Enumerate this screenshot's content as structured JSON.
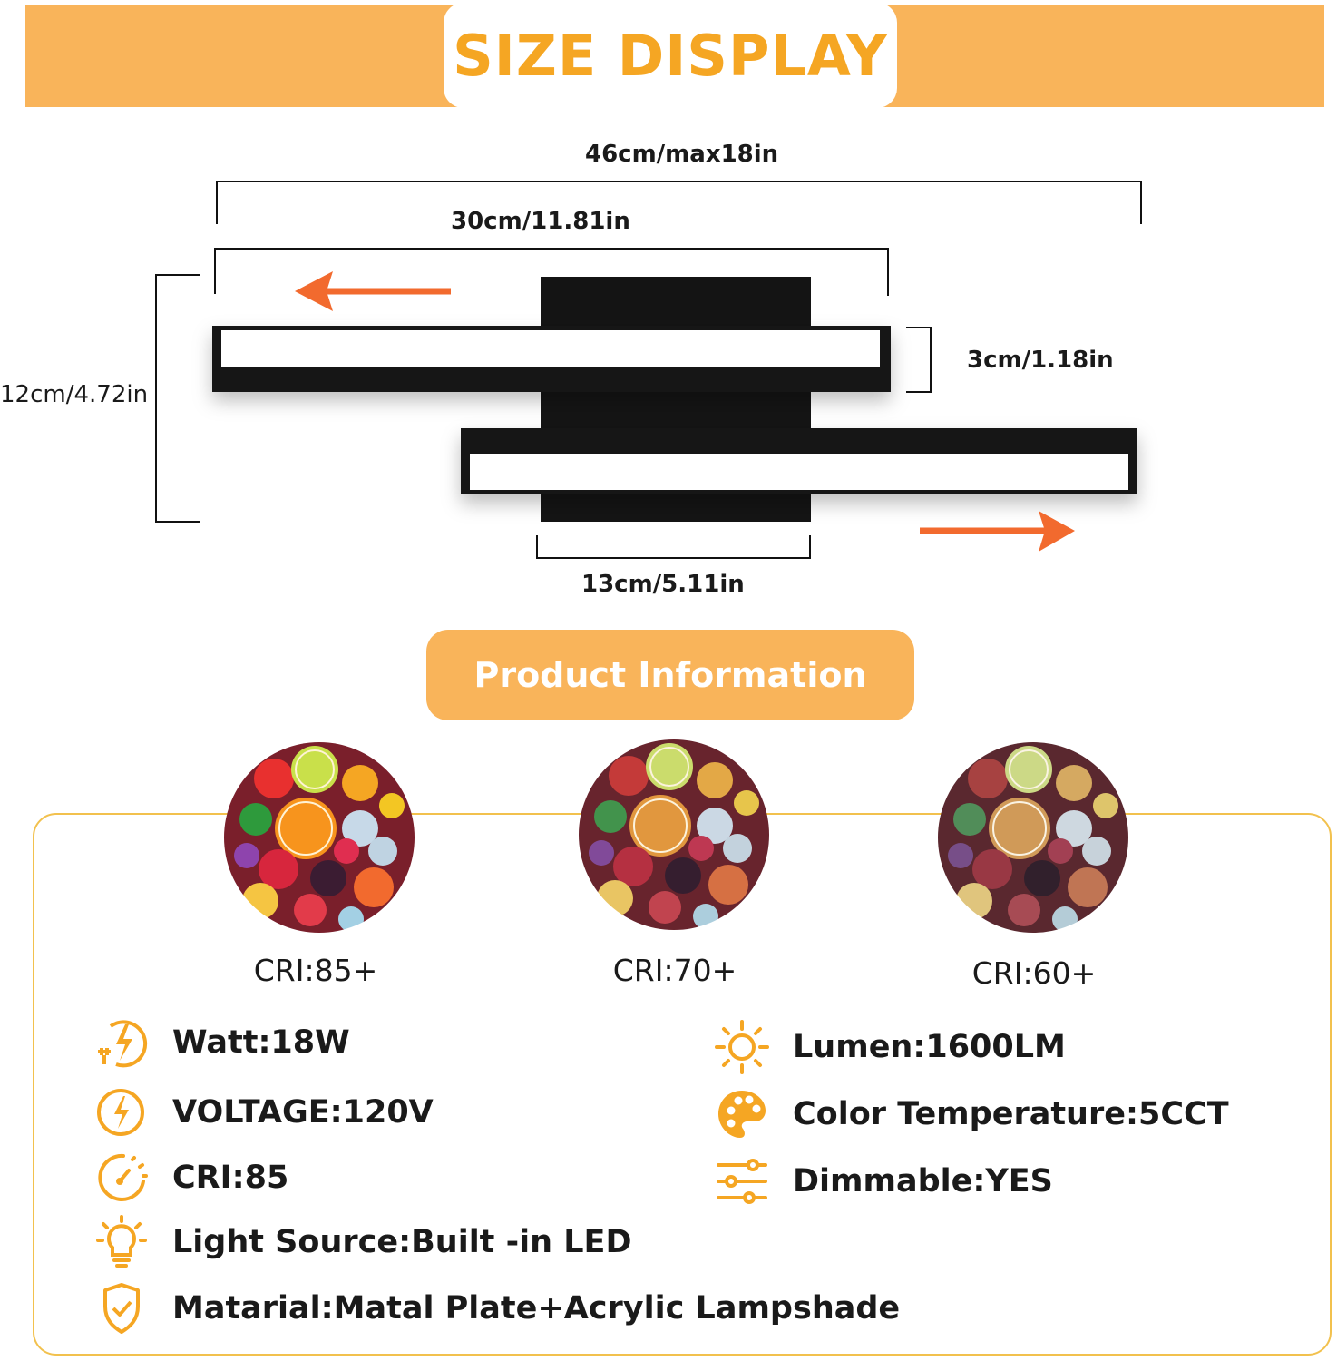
{
  "header": {
    "title": "SIZE DISPLAY"
  },
  "dimensions": {
    "total_width": "46cm/max18in",
    "bar_width": "30cm/11.81in",
    "bar_height": "3cm/1.18in",
    "total_height": "12cm/4.72in",
    "base_width": "13cm/5.11in"
  },
  "product_info": {
    "title": "Product Information",
    "cri_samples": [
      {
        "label": "CRI:85+",
        "saturation": 1.0
      },
      {
        "label": "CRI:70+",
        "saturation": 0.75
      },
      {
        "label": "CRI:60+",
        "saturation": 0.55
      }
    ],
    "specs_left": [
      {
        "icon": "plug-bolt-icon",
        "text": "Watt:18W"
      },
      {
        "icon": "voltage-bolt-icon",
        "text": "VOLTAGE:120V"
      },
      {
        "icon": "gauge-icon",
        "text": "CRI:85"
      },
      {
        "icon": "lightbulb-icon",
        "text": "Light Source:Built -in LED"
      },
      {
        "icon": "shield-check-icon",
        "text": "Matarial:Matal Plate+Acrylic Lampshade"
      }
    ],
    "specs_right": [
      {
        "icon": "sun-icon",
        "text": "Lumen:1600LM"
      },
      {
        "icon": "palette-icon",
        "text": "Color Temperature:5CCT"
      },
      {
        "icon": "sliders-icon",
        "text": "Dimmable:YES"
      }
    ]
  },
  "colors": {
    "accent": "#F9B45A",
    "title": "#F5A623",
    "arrow": "#F26A2E",
    "icon": "#F5A623"
  }
}
